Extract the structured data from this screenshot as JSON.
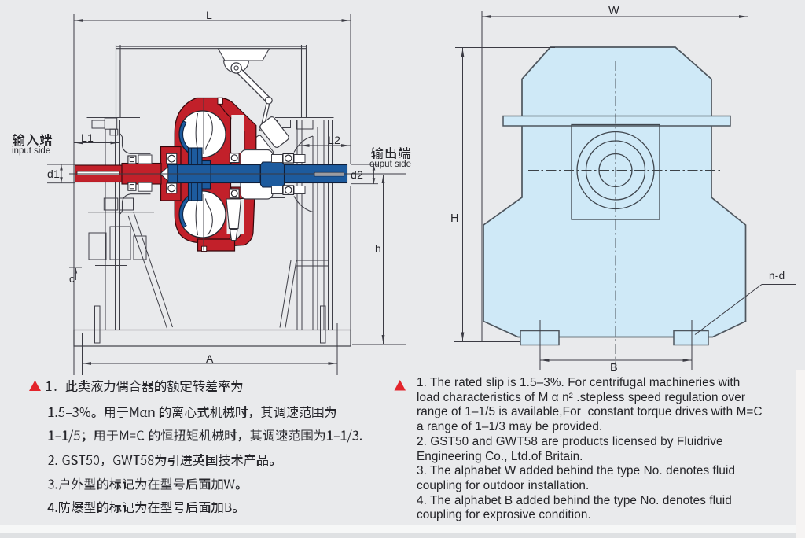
{
  "drawing": {
    "background": "#e9eaec",
    "views": [
      "sectional side view",
      "front view"
    ]
  },
  "colors": {
    "input_parts_red": "#c2202a",
    "output_parts_blue": "#1d5b9e",
    "front_body_fill": "#cfe9f7",
    "note_marker_red": "#e3242b",
    "line": "#3b3b43"
  },
  "labels": {
    "input_cn": "输入端",
    "input_en": "input side",
    "output_cn": "输出端",
    "output_en": "ouput side"
  },
  "dims": {
    "L": "L",
    "L1": "L1",
    "L2": "L2",
    "d1": "d1",
    "d2": "d2",
    "h": "h",
    "c": "c",
    "A": "A",
    "W": "W",
    "H": "H",
    "B": "B",
    "nd": "n-d"
  },
  "notes_cn": {
    "marker": "▲",
    "lines": [
      "1．此类液力偶合器的额定转差率为",
      "1.5–3%。用于Mαn 的离心式机械时，其调速范围为",
      "1–1/5；用于M=C 的恒扭矩机械时，其调速范围为1–1/3.",
      "2. GST50，GWT58为引进英国技术产品。",
      "3.户外型的标记为在型号后面加W。",
      "4.防爆型的标记为在型号后面加B。"
    ]
  },
  "notes_en": {
    "marker": "▲",
    "lines": [
      "1. The rated slip is 1.5–3%. For centrifugal machineries with",
      "load characteristics of M α n² .stepless speed regulation over",
      "range of 1–1/5 is available,For  constant torque drives with M=C",
      "a range of 1–1/3 may be provided.",
      "2. GST50 and GWT58 are products licensed by Fluidrive",
      "Engineering Co., Ltd.of Britain.",
      "3. The alphabet W added behind the type No. denotes fluid",
      "coupling for outdoor installation.",
      "4. The alphabet B added behind the type No. denotes fluid",
      "coupling for exprosive condition."
    ]
  }
}
